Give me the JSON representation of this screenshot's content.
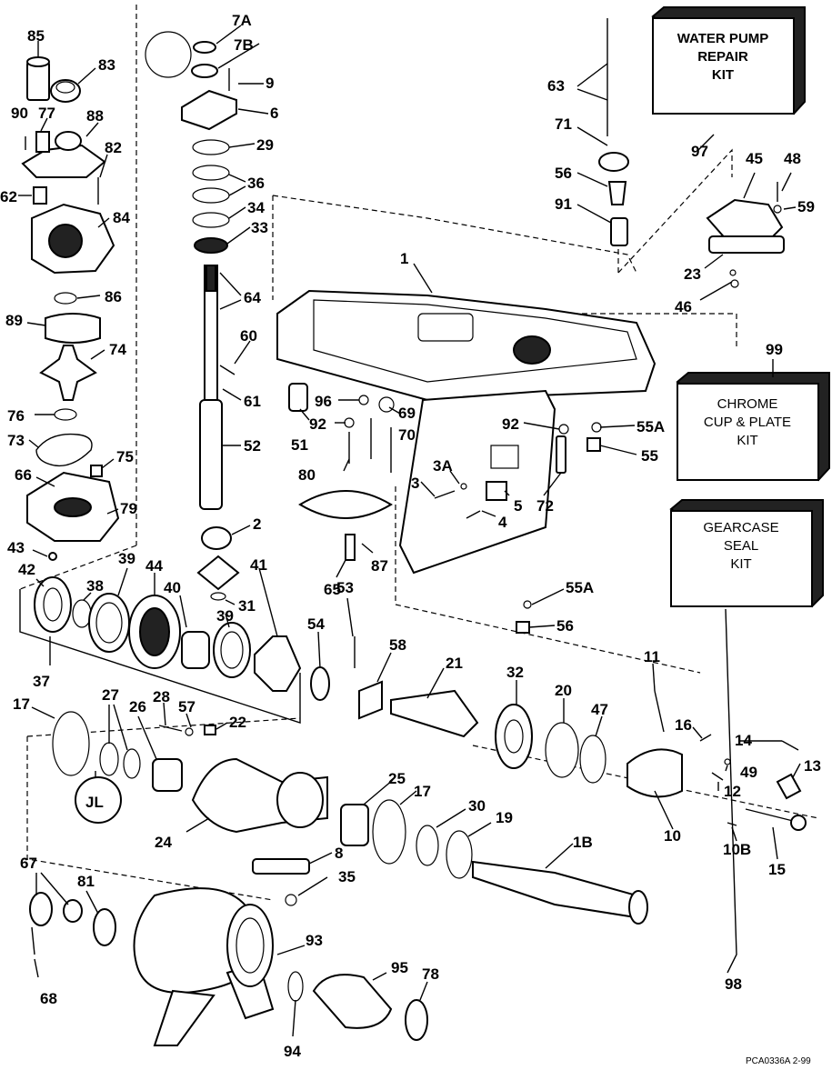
{
  "labels": {
    "l85": "85",
    "l83": "83",
    "l90": "90",
    "l77": "77",
    "l88": "88",
    "l82": "82",
    "l62": "62",
    "l84": "84",
    "l86": "86",
    "l89": "89",
    "l74": "74",
    "l76": "76",
    "l73": "73",
    "l75": "75",
    "l66": "66",
    "l79": "79",
    "l43": "43",
    "l42": "42",
    "l38": "38",
    "l39a": "39",
    "l44": "44",
    "l40": "40",
    "l39b": "39",
    "l37": "37",
    "l17a": "17",
    "l27": "27",
    "l26": "26",
    "l28": "28",
    "l57": "57",
    "l22": "22",
    "l24": "24",
    "l67": "67",
    "l81": "81",
    "l68": "68",
    "l7a": "7A",
    "l7b": "7B",
    "l9": "9",
    "l6": "6",
    "l29": "29",
    "l36": "36",
    "l34": "34",
    "l33": "33",
    "l64": "64",
    "l60": "60",
    "l61": "61",
    "l52": "52",
    "l2": "2",
    "l41": "41",
    "l31": "31",
    "l63": "63",
    "l71": "71",
    "l56a": "56",
    "l91": "91",
    "l97": "97",
    "l45": "45",
    "l48": "48",
    "l59": "59",
    "l23": "23",
    "l46": "46",
    "l1": "1",
    "l99": "99",
    "l96": "96",
    "l92a": "92",
    "l69": "69",
    "l70": "70",
    "l51": "51",
    "l80": "80",
    "l3a": "3A",
    "l3": "3",
    "l92b": "92",
    "l55a1": "55A",
    "l55": "55",
    "l5": "5",
    "l72": "72",
    "l4": "4",
    "l87": "87",
    "l65": "65",
    "l53": "53",
    "l55a2": "55A",
    "l56b": "56",
    "l54": "54",
    "l58": "58",
    "l21": "21",
    "l32": "32",
    "l20": "20",
    "l47": "47",
    "l11": "11",
    "l16": "16",
    "l14": "14",
    "l13": "13",
    "l49": "49",
    "l12": "12",
    "l10": "10",
    "l10b": "10B",
    "l15": "15",
    "l25": "25",
    "l17b": "17",
    "l30": "30",
    "l19": "19",
    "l18": "1B",
    "l8": "8",
    "l35": "35",
    "l93": "93",
    "l95": "95",
    "l78": "78",
    "l94": "94",
    "l98": "98"
  },
  "kits": {
    "water_pump": [
      "WATER PUMP",
      "REPAIR",
      "KIT"
    ],
    "chrome": [
      "CHROME",
      "CUP & PLATE",
      "KIT"
    ],
    "gearcase": [
      "GEARCASE",
      "SEAL",
      "KIT"
    ]
  },
  "code": "PCA0336A   2-99"
}
